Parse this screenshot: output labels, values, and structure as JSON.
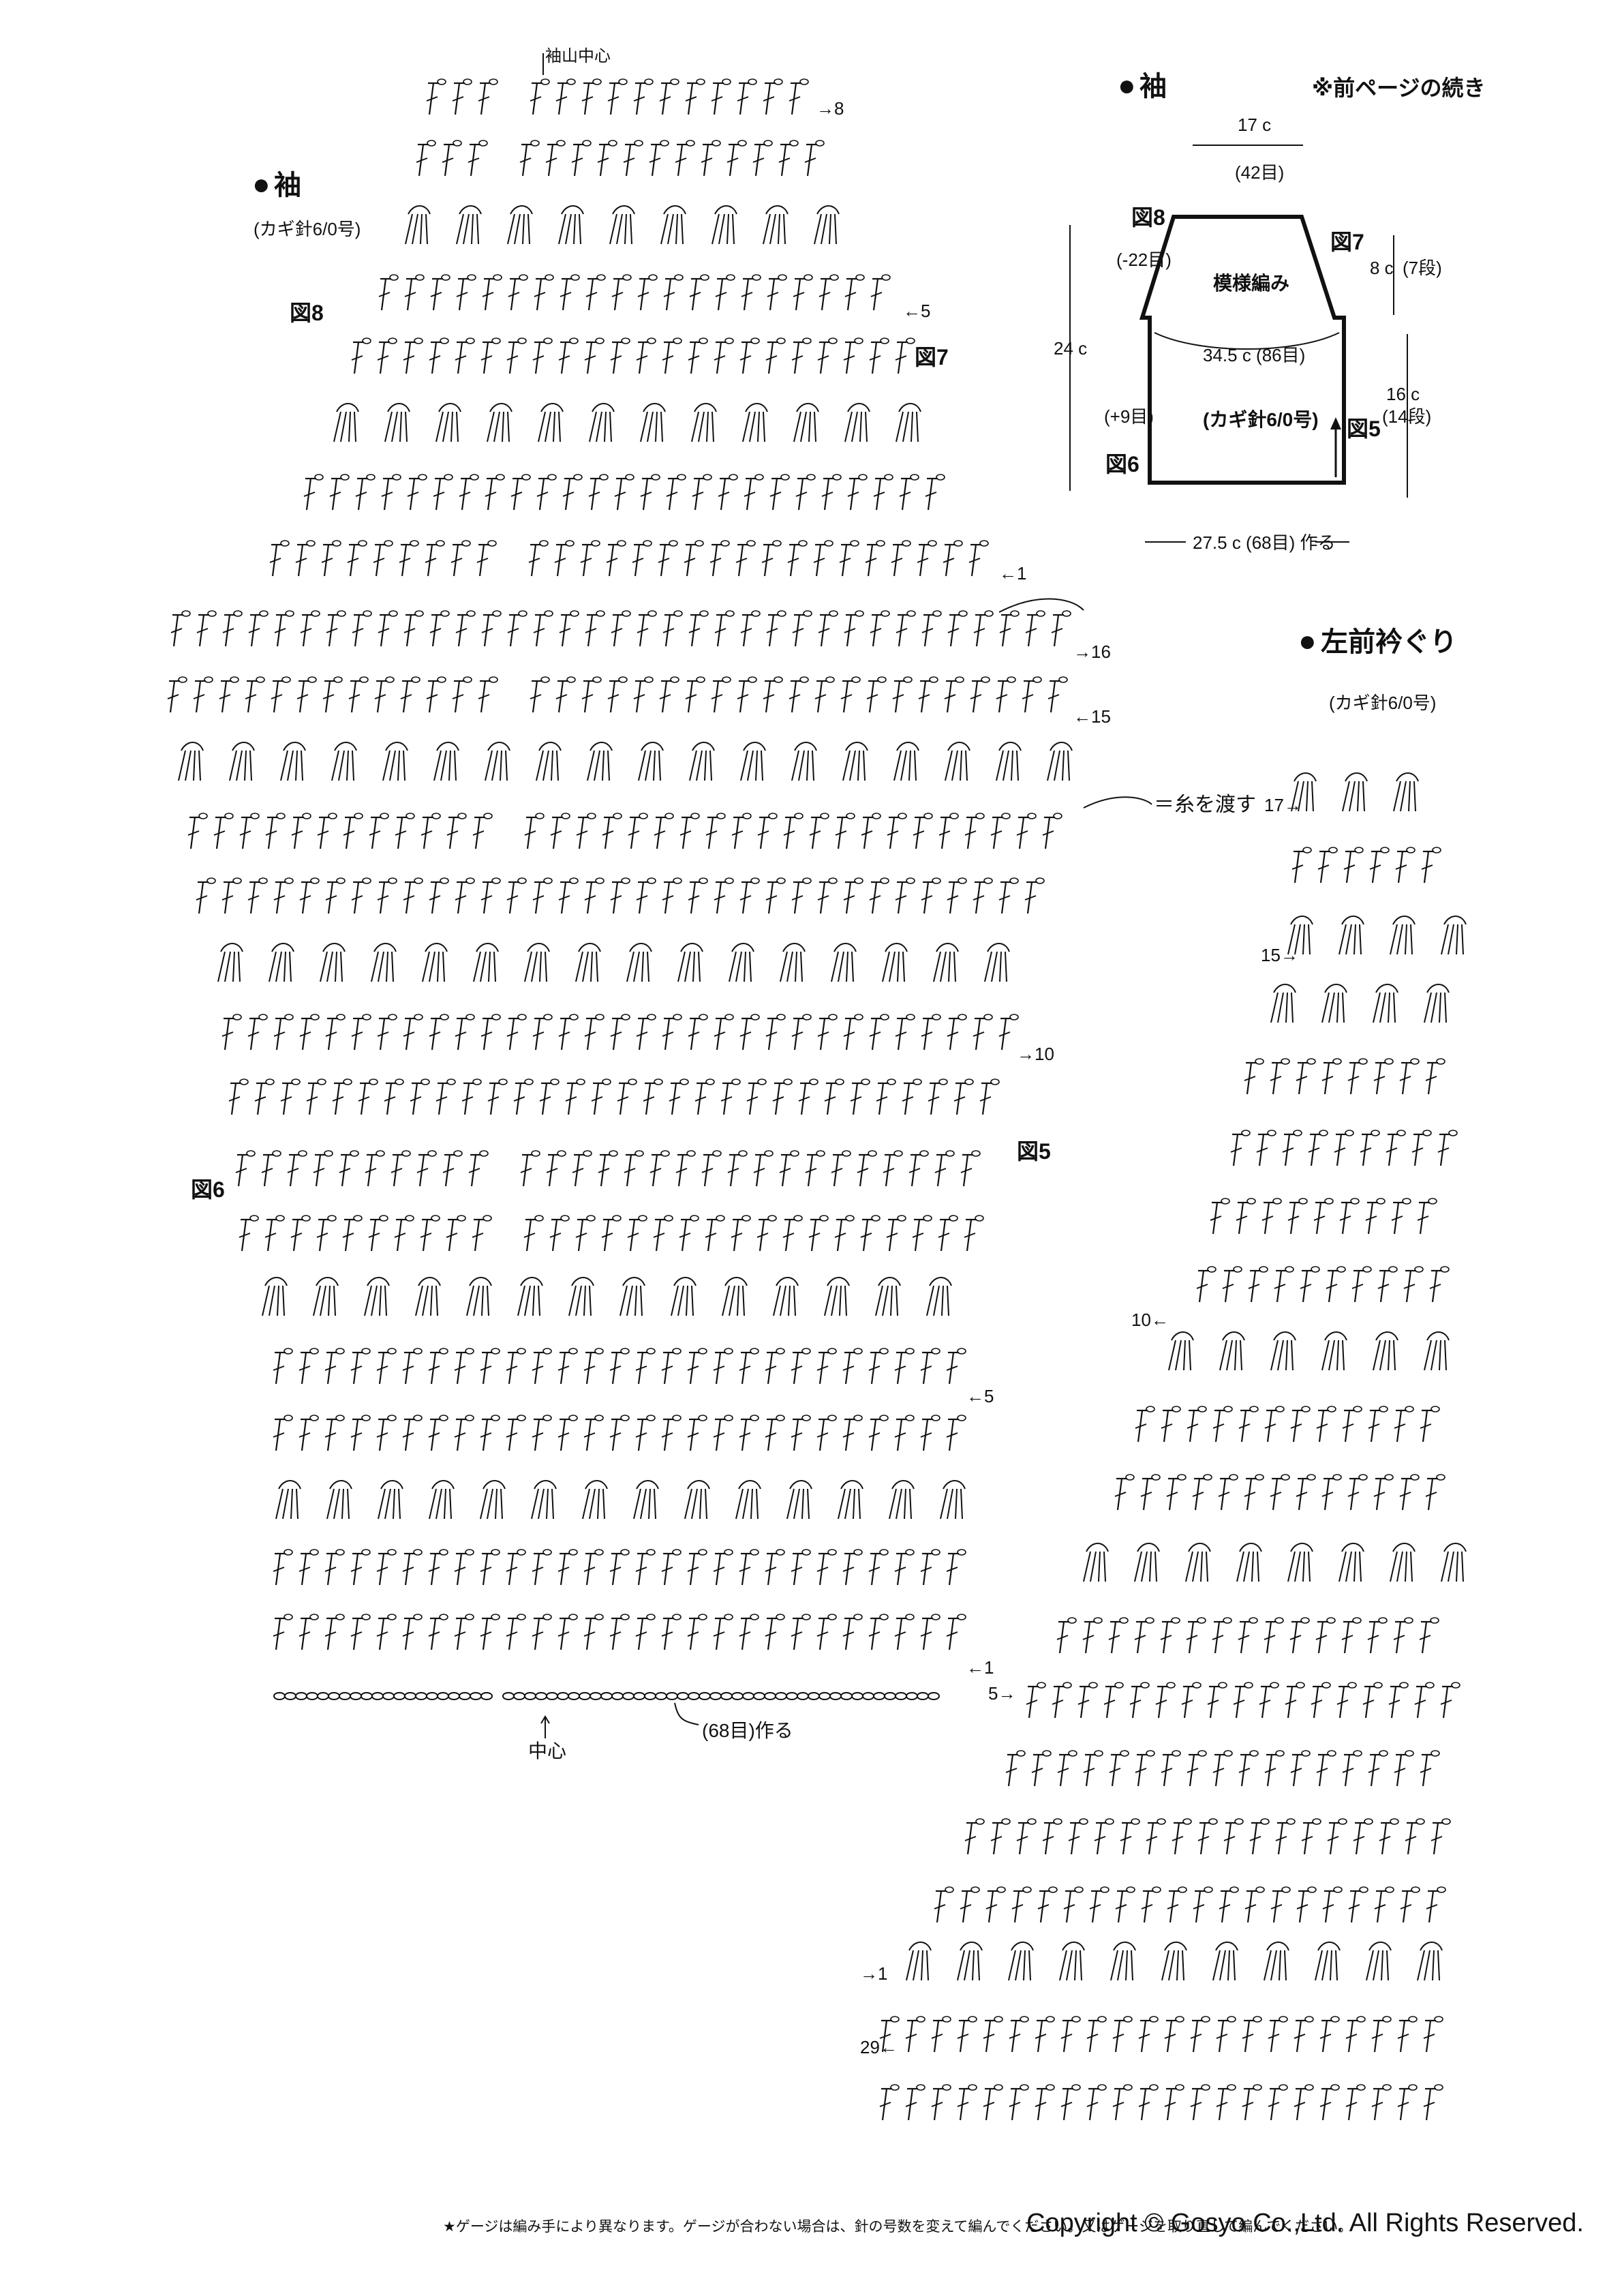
{
  "sleeve_chart": {
    "heading": "袖",
    "hook": "(カギ針6/0号)",
    "cap_center": "袖山中心",
    "center_label": "中心",
    "chain_label": "(68目)作る",
    "fig_labels": {
      "fig5": "図5",
      "fig6": "図6",
      "fig7": "図7",
      "fig8": "図8"
    },
    "row_markers": {
      "r1_bottom": "←1",
      "r5": "←5",
      "r10": "→10",
      "r15": "←15",
      "r16": "→16",
      "r1_cap": "←1",
      "r5_cap": "←5",
      "r8_cap": "→8"
    },
    "yarn_note": "＝糸を渡す"
  },
  "schematic": {
    "heading": "袖",
    "note": "※前ページの続き",
    "top_width": "17 c",
    "top_stitches": "(42目)",
    "fig8": "図8",
    "fig7": "図7",
    "dec_left": "(-22目)",
    "pattern": "模様編み",
    "cap_height": "8 c",
    "cap_rows": "(7段)",
    "total_height": "24 c",
    "mid_width": "34.5 c (86目)",
    "hook": "(カギ針6/0号)",
    "inc_left": "(+9目)",
    "fig6": "図6",
    "fig5": "図5",
    "body_height": "16 c",
    "body_rows": "(14段)",
    "bottom_width": "27.5 c (68目) 作る"
  },
  "neck_chart": {
    "heading": "左前衿ぐり",
    "hook": "(カギ針6/0号)",
    "row_markers": {
      "r17": "17→",
      "r15": "15→",
      "r10": "10←",
      "r5": "5→",
      "r1": "→1",
      "r29": "29←"
    }
  },
  "footer": {
    "note": "★ゲージは編み手により異なります。ゲージが合わない場合は、針の号数を変えて編んでください。又はゲージを取り直して編んでください。",
    "copyright": "Copyright © Gosyo Co.,Ltd. All Rights Reserved."
  }
}
